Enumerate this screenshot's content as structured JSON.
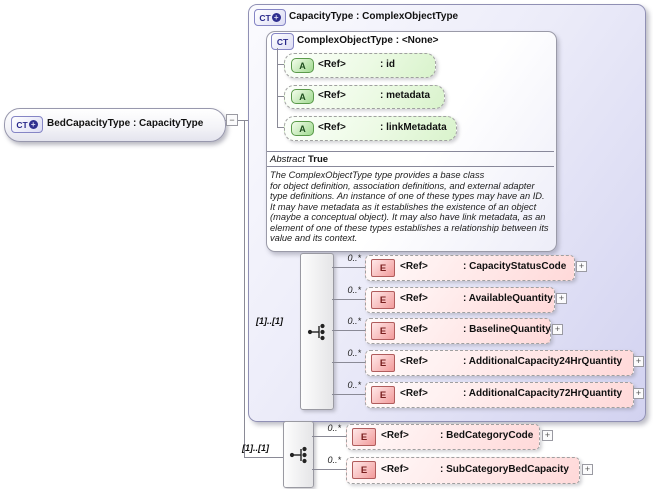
{
  "root": {
    "badge": "CT",
    "plus_glyph": "+",
    "label": "BedCapacityType : CapacityType",
    "collapse_glyph": "−"
  },
  "panel": {
    "badge": "CT",
    "plus_glyph": "+",
    "title": "CapacityType : ComplexObjectType",
    "inner": {
      "badge": "CT",
      "title": "ComplexObjectType : <None>",
      "attributes": [
        {
          "badge": "A",
          "ref": "<Ref>",
          "name": ": id"
        },
        {
          "badge": "A",
          "ref": "<Ref>",
          "name": ": metadata"
        },
        {
          "badge": "A",
          "ref": "<Ref>",
          "name": ": linkMetadata"
        }
      ],
      "abstract": {
        "label": "Abstract",
        "value": "True"
      },
      "description_lines": [
        "The ComplexObjectType type provides a base class",
        "for object definition, association definitions, and external adapter",
        "type definitions. An instance of one of these types may have an ID.",
        "It may have metadata as it establishes the existence of an object",
        "(maybe a conceptual object). It may also have link metadata, as an",
        "element of one of these types establishes a relationship between its",
        "value and its context."
      ]
    },
    "sequence": {
      "cardinality": "[1]..[1]",
      "elements": [
        {
          "occurs": "0..*",
          "badge": "E",
          "ref": "<Ref>",
          "name": ": CapacityStatusCode",
          "expand": "+"
        },
        {
          "occurs": "0..*",
          "badge": "E",
          "ref": "<Ref>",
          "name": ": AvailableQuantity",
          "expand": "+"
        },
        {
          "occurs": "0..*",
          "badge": "E",
          "ref": "<Ref>",
          "name": ": BaselineQuantity",
          "expand": "+"
        },
        {
          "occurs": "0..*",
          "badge": "E",
          "ref": "<Ref>",
          "name": ": AdditionalCapacity24HrQuantity",
          "expand": "+"
        },
        {
          "occurs": "0..*",
          "badge": "E",
          "ref": "<Ref>",
          "name": ": AdditionalCapacity72HrQuantity",
          "expand": "+"
        }
      ]
    }
  },
  "extension": {
    "cardinality": "[1]..[1]",
    "elements": [
      {
        "occurs": "0..*",
        "badge": "E",
        "ref": "<Ref>",
        "name": ": BedCategoryCode",
        "expand": "+"
      },
      {
        "occurs": "0..*",
        "badge": "E",
        "ref": "<Ref>",
        "name": ": SubCategoryBedCapacity",
        "expand": "+"
      }
    ]
  },
  "colors": {
    "panel_fill": "#d2d2f0",
    "attribute_fill": "#d9f3cc",
    "element_fill": "#ffd9d9",
    "badge_text_ct": "#28288a",
    "badge_text_a": "#1e4d1e",
    "badge_text_e": "#7a1f1f",
    "line": "#8a8a96"
  }
}
